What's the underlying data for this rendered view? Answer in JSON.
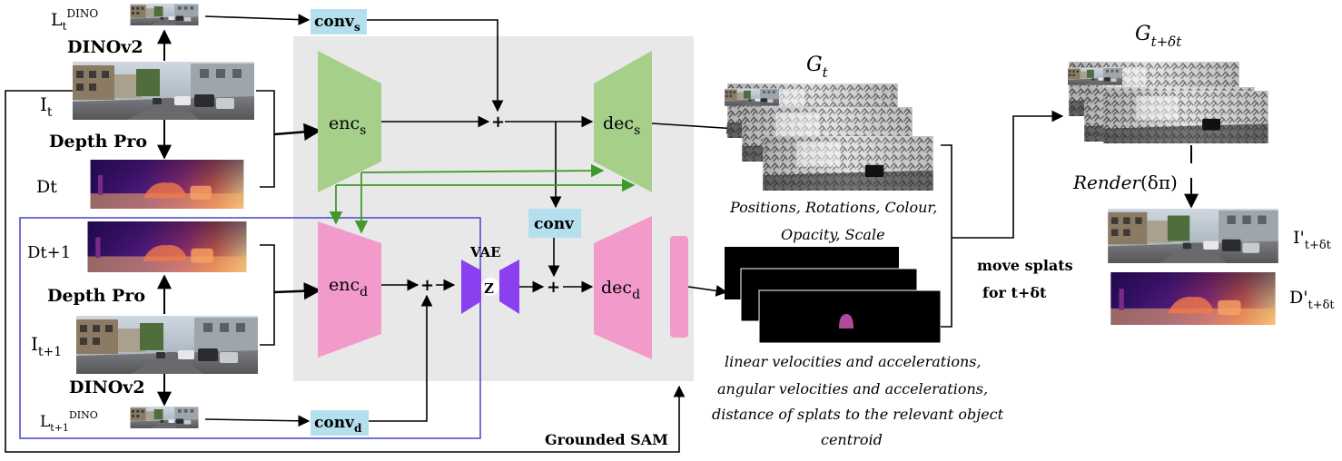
{
  "inputs": {
    "l_t_dino": "L",
    "l_t_dino_sub": "t",
    "l_t_dino_sup": "DINO",
    "dinov2_top": "DINOv2",
    "i_t": "I",
    "i_t_sub": "t",
    "depth_pro_top": "Depth Pro",
    "d_t": "Dt",
    "d_t1": "Dt+1",
    "depth_pro_bottom": "Depth Pro",
    "i_t1": "I",
    "i_t1_sub": "t+1",
    "dinov2_bottom": "DINOv2",
    "l_t1_dino": "L",
    "l_t1_dino_sub": "t+1",
    "l_t1_dino_sup": "DINO"
  },
  "network": {
    "conv_s": "conv",
    "conv_s_sub": "s",
    "conv_d": "conv",
    "conv_d_sub": "d",
    "conv_mid": "conv",
    "enc_s": "enc",
    "enc_s_sub": "s",
    "dec_s": "dec",
    "dec_s_sub": "s",
    "enc_d": "enc",
    "enc_d_sub": "d",
    "dec_d": "dec",
    "dec_d_sub": "d",
    "vae": "VAE",
    "z": "Z",
    "plus": "+"
  },
  "outputs": {
    "g_t": "G",
    "g_t_sub": "t",
    "static_attrs_line1": "Positions, Rotations, Colour,",
    "static_attrs_line2": "Opacity, Scale",
    "dynamic_attrs_line1": "linear velocities and accelerations,",
    "dynamic_attrs_line2": "angular velocities and accelerations,",
    "dynamic_attrs_line3": "distance of splats to the relevant object",
    "dynamic_attrs_line4": "centroid",
    "grounded_sam": "Grounded SAM",
    "move_splats_line1": "move splats",
    "move_splats_line2": "for t+δt",
    "g_next": "G",
    "g_next_sub": "t+δt",
    "render": "Render",
    "render_arg": "(δπ)",
    "i_pred": "I'",
    "i_pred_sub": "t+δt",
    "d_pred": "D'",
    "d_pred_sub": "t+δt"
  },
  "colors": {
    "static_branch": "#a6cf8a",
    "dynamic_branch": "#f29ac9",
    "conv_box": "#b4e0ee",
    "vae": "#8a3ff0",
    "panel": "#e8e8e8",
    "input_frame": "#5050d0",
    "skip_arrow": "#3f9a2a"
  }
}
